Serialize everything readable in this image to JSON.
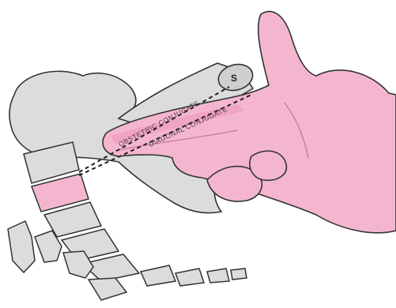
{
  "labels": {
    "sacral_promontory": "S",
    "obstetric_conjugate": "OBSTETRIC CONJUGATE",
    "diagonal_conjugate": "DIAGONAL CONJUGATE"
  },
  "colors": {
    "bone": "#dcdcdc",
    "bone_outline": "#333333",
    "hand": "#f4b6cf",
    "hand_shade": "#ee9dbd",
    "measure_line": "#1f1f1f"
  }
}
